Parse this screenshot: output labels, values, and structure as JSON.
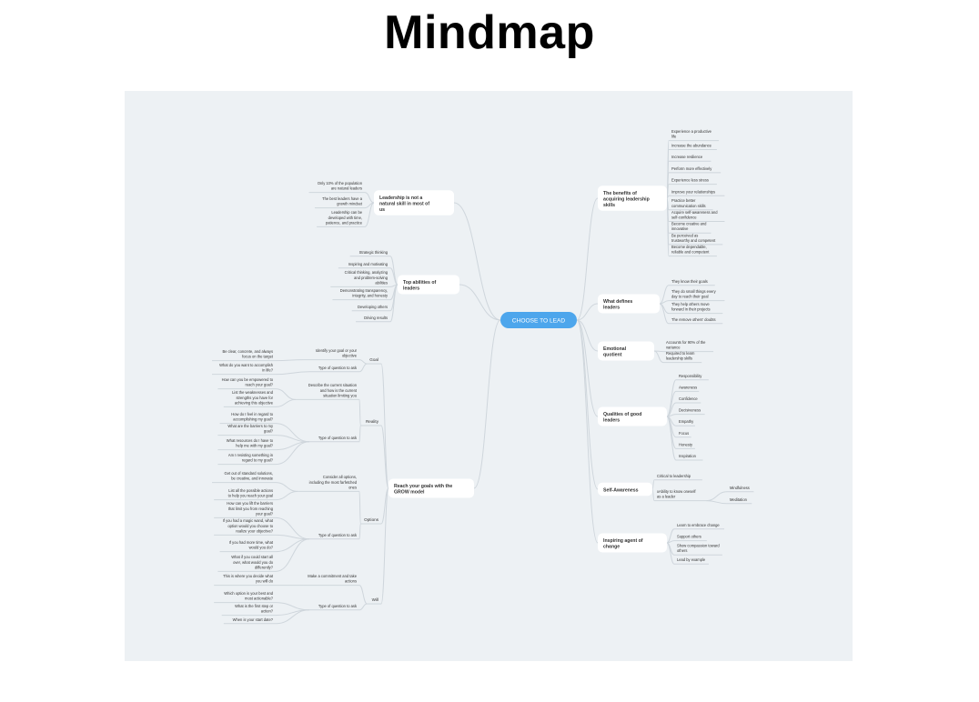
{
  "page_title": "Mindmap",
  "colors": {
    "background": "#edf1f4",
    "central_node": "#4da6ec",
    "central_text": "#ffffff",
    "branch_box": "#ffffff",
    "line": "#cfd6dc",
    "text": "#333333"
  },
  "mindmap": {
    "root": "CHOOSE TO LEAD",
    "right": [
      {
        "label": "The benefits of acquiring leadership skills",
        "children": [
          {
            "label": "Experience a productive life"
          },
          {
            "label": "Increase the abundance"
          },
          {
            "label": "Increase resilience"
          },
          {
            "label": "Perform more effectively"
          },
          {
            "label": "Experience less stress"
          },
          {
            "label": "Improve your relationships"
          },
          {
            "label": "Practice better communication skills"
          },
          {
            "label": "Acquire self-awareness and self-confidence"
          },
          {
            "label": "Become creative and innovative"
          },
          {
            "label": "Be perceived as trustworthy and competent"
          },
          {
            "label": "Become dependable, reliable and competent"
          }
        ]
      },
      {
        "label": "What defines leaders",
        "children": [
          {
            "label": "They know their goals"
          },
          {
            "label": "They do small things every day to reach their goal"
          },
          {
            "label": "They help others move forward in their projects"
          },
          {
            "label": "The remove others' doubts"
          }
        ]
      },
      {
        "label": "Emotional quotient",
        "children": [
          {
            "label": "Accounts for 90% of the variance"
          },
          {
            "label": "Required to learn leadership skills"
          }
        ]
      },
      {
        "label": "Qualities of good leaders",
        "children": [
          {
            "label": "Responsibility"
          },
          {
            "label": "Awareness"
          },
          {
            "label": "Confidence"
          },
          {
            "label": "Decisiveness"
          },
          {
            "label": "Empathy"
          },
          {
            "label": "Focus"
          },
          {
            "label": "Honesty"
          },
          {
            "label": "Inspiration"
          }
        ]
      },
      {
        "label": "Self-Awareness",
        "children": [
          {
            "label": "Critical to leadership"
          },
          {
            "label": "xAbility to know oneself as a leader",
            "children": [
              {
                "label": "Mindfulness"
              },
              {
                "label": "Meditation"
              }
            ]
          }
        ]
      },
      {
        "label": "Inspiring agent of change",
        "children": [
          {
            "label": "Learn to embrace change"
          },
          {
            "label": "Support others"
          },
          {
            "label": "Show compassion toward others"
          },
          {
            "label": "Lead by example"
          }
        ]
      }
    ],
    "left": [
      {
        "label": "Leadership is not a natural skill in most of us",
        "children": [
          {
            "label": "Only 10% of the population are natural leaders"
          },
          {
            "label": "The best leaders have a growth mindset"
          },
          {
            "label": "Leadership can be developed with time, patience, and practice"
          }
        ]
      },
      {
        "label": "Top abilities of leaders",
        "children": [
          {
            "label": "Strategic thinking"
          },
          {
            "label": "Inspiring and motivating"
          },
          {
            "label": "Critical thinking, analyzing and problem-solving abilities"
          },
          {
            "label": "Demonstrating transparency, integrity, and honesty"
          },
          {
            "label": "Developing others"
          },
          {
            "label": "Driving results"
          }
        ]
      },
      {
        "label": "Reach your goals with the GROW model",
        "children": [
          {
            "label": "Goal",
            "children": [
              {
                "label": "Identify your goal or your objective",
                "children": [
                  {
                    "label": "Be clear, concrete, and always focus on the target"
                  }
                ]
              },
              {
                "label": "Type of question to ask",
                "children": [
                  {
                    "label": "What do you want to accomplish in life?"
                  }
                ]
              }
            ]
          },
          {
            "label": "Reality",
            "children": [
              {
                "label": "Describe the current situation and how is the current situation limiting you",
                "children": [
                  {
                    "label": "How can you be empowered to reach your goal?"
                  },
                  {
                    "label": "List the weaknesses and strengths you have for achieving this objective"
                  }
                ]
              },
              {
                "label": "Type of question to ask",
                "children": [
                  {
                    "label": "How do I feel in regard to accomplishing my goal?"
                  },
                  {
                    "label": "What are the barriers to my goal?"
                  },
                  {
                    "label": "What resources do I have to help me with my goal?"
                  },
                  {
                    "label": "Am I resisting something in regard to my goal?"
                  }
                ]
              }
            ]
          },
          {
            "label": "Options",
            "children": [
              {
                "label": "Consider all options, including the most farfetched ones",
                "children": [
                  {
                    "label": "Get out of standard solutions, be creative, and innovate"
                  },
                  {
                    "label": "List all the possible actions to help you reach your goal"
                  }
                ]
              },
              {
                "label": "Type of question to ask",
                "children": [
                  {
                    "label": "How can you lift the barriers that limit you from reaching your goal?"
                  },
                  {
                    "label": "If you had a magic wand, what option would you choose to realize your objective?"
                  },
                  {
                    "label": "If you had more time, what would you do?"
                  },
                  {
                    "label": "What if you could start all over, what would you do differently?"
                  }
                ]
              }
            ]
          },
          {
            "label": "Will",
            "children": [
              {
                "label": "Make a commitment and take actions",
                "children": [
                  {
                    "label": "This is where you decide what you will do"
                  }
                ]
              },
              {
                "label": "Type of question to ask",
                "children": [
                  {
                    "label": "Which option is your best and most actionable?"
                  },
                  {
                    "label": "What is the first step or action?"
                  },
                  {
                    "label": "When is your start date?"
                  }
                ]
              }
            ]
          }
        ]
      }
    ]
  }
}
